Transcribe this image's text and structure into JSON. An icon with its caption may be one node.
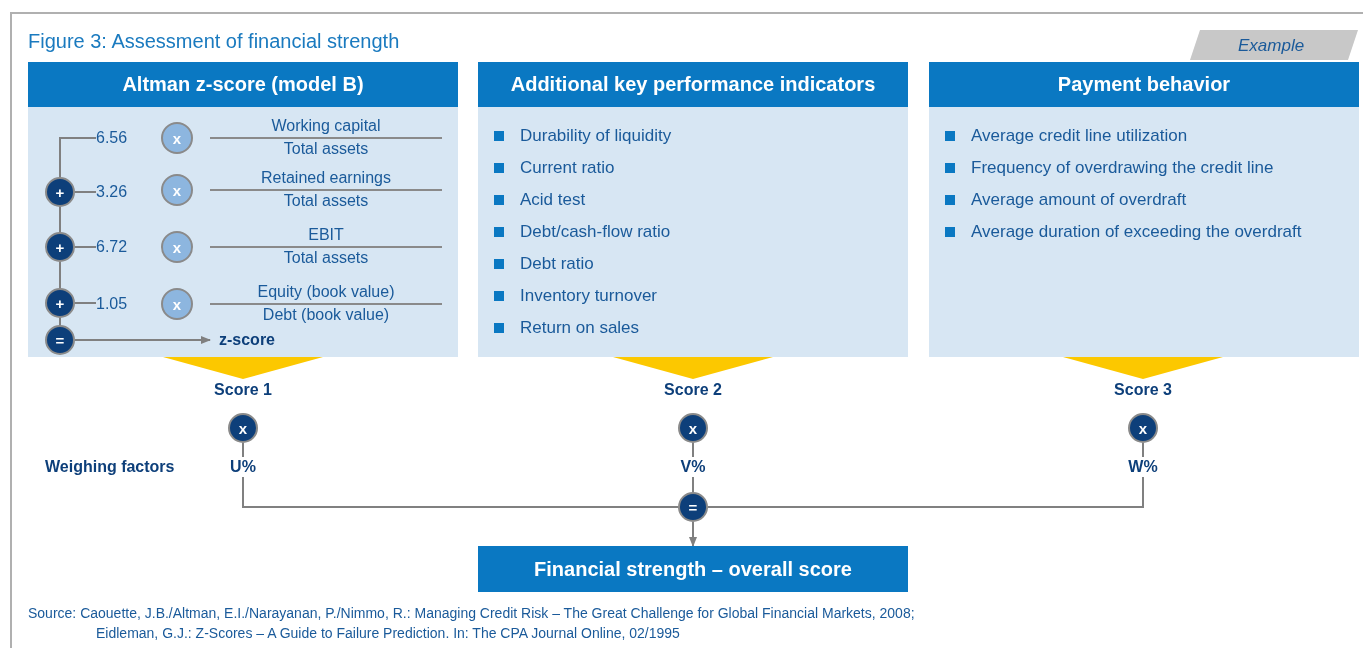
{
  "diagram": {
    "title": "Figure 3: Assessment of financial strength",
    "caption": "Source: Caouette, J.B./Altman, E.I./Narayanan, P./Nimmo, R.: Managing Credit Risk – The Great Challenge for Global Financial Markets, 2008; Eidleman, G.J.: Z-Scores – A Guide to Failure Prediction. In: The CPA Journal Online, 02/1995",
    "nodes": [
      {
        "text": [
          "Altman z-score (model B)"
        ]
      },
      {
        "text": [
          "Additional key performance indicators",
          "Durability of liquidity",
          "Current ratio",
          "Acid test",
          "Debt/cash-flow ratio",
          "Debt ratio",
          "Inventory turnover",
          "Return on sales"
        ]
      },
      {
        "text": [
          "Payment behavior",
          "Average credit line utilization",
          "Frequency of overdrawing the credit line",
          "Average amount of overdraft",
          "Average duration of exceeding the overdraft"
        ]
      },
      {
        "text": [
          "6.56"
        ],
        "in": 0
      },
      {
        "text": [
          "x"
        ],
        "in": 0
      },
      {
        "text": [
          "Working capital",
          "Total assets"
        ],
        "in": 0
      },
      {
        "text": [
          "+"
        ],
        "in": 0
      },
      {
        "text": [
          "3.26"
        ],
        "in": 0
      },
      {
        "text": [
          "x"
        ],
        "in": 0
      },
      {
        "text": [
          "Retained earnings",
          "Total assets"
        ],
        "in": 0
      },
      {
        "text": [
          "+"
        ],
        "in": 0
      },
      {
        "text": [
          "6.72"
        ],
        "in": 0
      },
      {
        "text": [
          "x"
        ],
        "in": 0
      },
      {
        "text": [
          "EBIT",
          "Total assets"
        ],
        "in": 0
      },
      {
        "text": [
          "+"
        ],
        "in": 0
      },
      {
        "text": [
          "1.05"
        ],
        "in": 0
      },
      {
        "text": [
          "x"
        ],
        "in": 0
      },
      {
        "text": [
          "Equity (book value)",
          "Debt (book value)"
        ],
        "in": 0
      },
      {
        "text": [
          "="
        ],
        "in": 0
      },
      {
        "text": [
          "z-score"
        ],
        "in": 0
      },
      {
        "text": [
          "Score 1"
        ]
      },
      {
        "text": [
          "x"
        ]
      },
      {
        "text": [
          "U%"
        ]
      },
      {
        "text": [
          "Score 2"
        ]
      },
      {
        "text": [
          "x"
        ]
      },
      {
        "text": [
          "V%"
        ]
      },
      {
        "text": [
          "Score 3"
        ]
      },
      {
        "text": [
          "x"
        ]
      },
      {
        "text": [
          "W%"
        ]
      },
      {
        "text": [
          "="
        ]
      },
      {
        "text": [
          "Financial strength – overall score"
        ]
      }
    ],
    "edges": [
      {
        "from": 3,
        "to": 6,
        "arrow": "none"
      },
      {
        "from": 6,
        "to": 7,
        "arrow": "none"
      },
      {
        "from": 6,
        "to": 10,
        "arrow": "none"
      },
      {
        "from": 10,
        "to": 11,
        "arrow": "none"
      },
      {
        "from": 10,
        "to": 14,
        "arrow": "none"
      },
      {
        "from": 14,
        "to": 15,
        "arrow": "none"
      },
      {
        "from": 14,
        "to": 18,
        "arrow": "none"
      },
      {
        "from": 18,
        "to": 19,
        "arrow": "to"
      },
      {
        "from": 0,
        "to": 20,
        "arrow": "to"
      },
      {
        "from": 1,
        "to": 23,
        "arrow": "to"
      },
      {
        "from": 2,
        "to": 26,
        "arrow": "to"
      },
      {
        "from": 21,
        "to": 22,
        "arrow": "none"
      },
      {
        "from": 24,
        "to": 25,
        "arrow": "none"
      },
      {
        "from": 27,
        "to": 28,
        "arrow": "none"
      },
      {
        "from": 22,
        "to": 29,
        "arrow": "none"
      },
      {
        "from": 25,
        "to": 29,
        "arrow": "none"
      },
      {
        "from": 28,
        "to": 29,
        "arrow": "none"
      },
      {
        "from": 29,
        "to": 30,
        "arrow": "to"
      }
    ],
    "labels": [
      "Example",
      "Weighing factors"
    ]
  }
}
